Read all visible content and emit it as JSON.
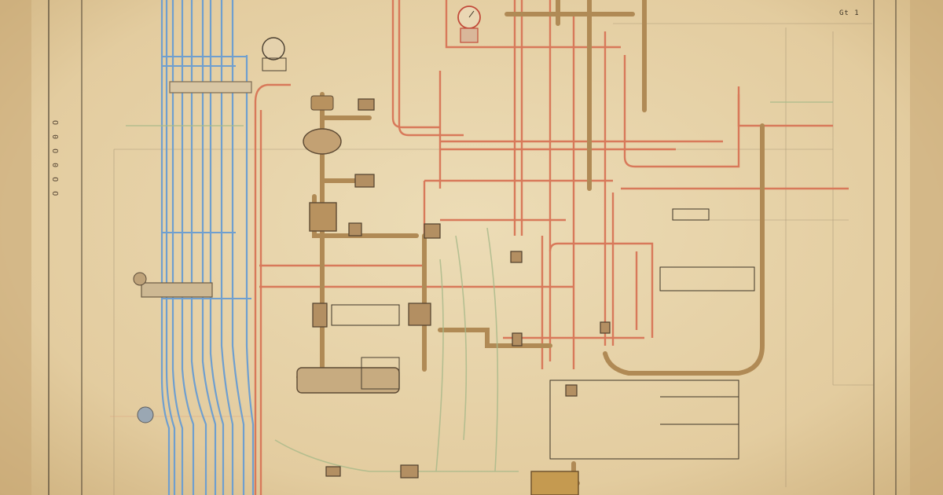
{
  "palette": {
    "paper": "#e7d3ab",
    "ink": "#3d3426",
    "cold_water": "#6f9fcf",
    "hot_water": "#d8795a",
    "brass": "#b08a55",
    "drain": "#a8b98a"
  },
  "labels": {
    "sheet_number": "Gt 1",
    "margin_scrawl": "O O 0 O 0 O"
  },
  "components": [
    "cold-water-riser",
    "hot-water-main",
    "brass-supply-main",
    "pressure-gauge",
    "valve",
    "tank",
    "pump",
    "drain-line"
  ]
}
